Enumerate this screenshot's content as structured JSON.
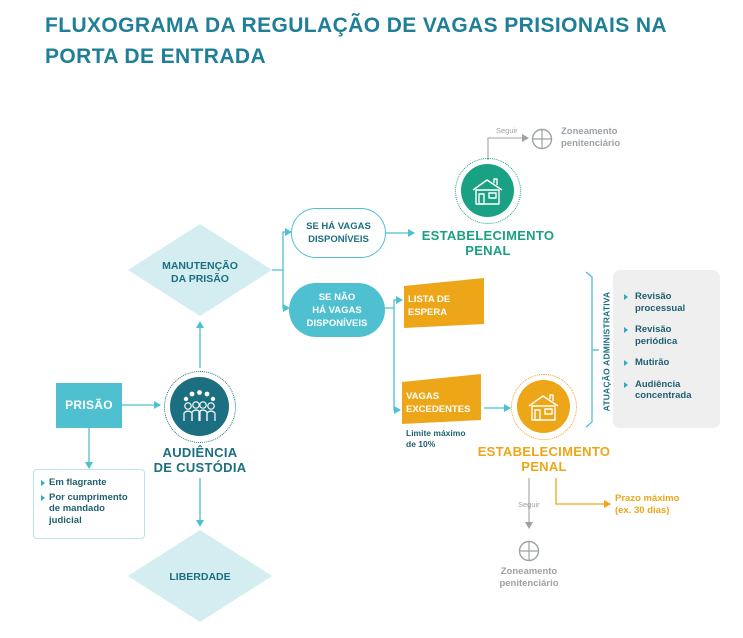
{
  "title": "FLUXOGRAMA DA REGULAÇÃO DE VAGAS PRISIONAIS NA PORTA DE ENTRADA",
  "nodes": {
    "prisao": "PRISÃO",
    "audiencia_1": "AUDIÊNCIA",
    "audiencia_2": "DE CUSTÓDIA",
    "manutencao_1": "MANUTENÇÃO",
    "manutencao_2": "DA PRISÃO",
    "liberdade": "LIBERDADE",
    "vagas_sim_1": "SE HÁ VAGAS",
    "vagas_sim_2": "DISPONÍVEIS",
    "vagas_nao_1": "SE NÃO",
    "vagas_nao_2": "HÁ VAGAS",
    "vagas_nao_3": "DISPONÍVEIS",
    "lista_1": "LISTA DE",
    "lista_2": "ESPERA",
    "excedentes_1": "VAGAS",
    "excedentes_2": "EXCEDENTES",
    "limite_1": "Limite máximo",
    "limite_2": "de 10%",
    "estab_top_1": "ESTABELECIMENTO",
    "estab_top_2": "PENAL",
    "estab_bottom_1": "ESTABELECIMENTO",
    "estab_bottom_2": "PENAL",
    "seguir_top": "Seguir",
    "seguir_bottom": "Seguir",
    "zone_top_1": "Zoneamento",
    "zone_top_2": "penitenciário",
    "zone_bottom_1": "Zoneamento",
    "zone_bottom_2": "penitenciário",
    "prazo_1": "Prazo máximo",
    "prazo_2": "(ex. 30 dias)"
  },
  "prisao_list": [
    "Em flagrante",
    [
      "Por cumprimento",
      "de mandado",
      "judicial"
    ]
  ],
  "atuacao_label": "ATUAÇÃO ADMINISTRATIVA",
  "atuacao_items": [
    [
      "Revisão",
      "processual"
    ],
    [
      "Revisão",
      "periódica"
    ],
    [
      "Mutirão"
    ],
    [
      "Audiência",
      "concentrada"
    ]
  ],
  "colors": {
    "teal_dark": "#1b6f80",
    "teal_box": "#4ec0d0",
    "teal_light": "#d4edf1",
    "green": "#1aa184",
    "orange": "#eda617",
    "grey_panel": "#efefef"
  },
  "icons": [
    "house-icon",
    "people-icon",
    "globe-icon"
  ]
}
